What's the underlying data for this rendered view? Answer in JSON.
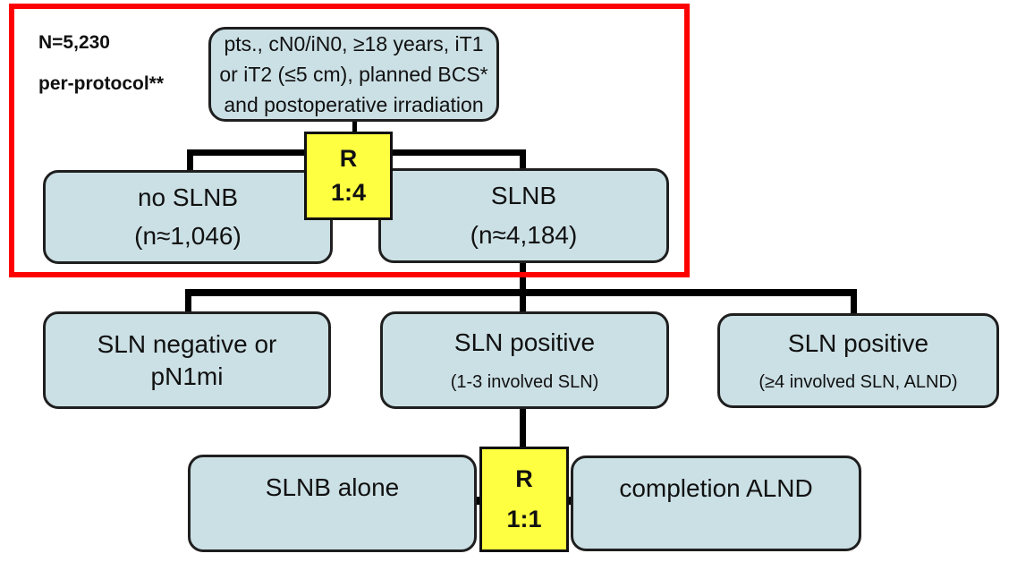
{
  "colors": {
    "node_fill": "#cbe0e5",
    "node_border": "#1f1f1f",
    "randomization_fill": "#ffff42",
    "highlight_border": "#fe0000",
    "connector": "#000000",
    "text": "#111111",
    "background": "#ffffff"
  },
  "annotation": {
    "total": "N=5,230",
    "per_protocol": "per-protocol**"
  },
  "nodes": {
    "criteria": {
      "lines": [
        "pts., cN0/iN0, ≥18 years, iT1",
        "or iT2 (≤5 cm), planned BCS*",
        "and postoperative irradiation"
      ]
    },
    "randomization1": {
      "label": "R",
      "ratio": "1:4"
    },
    "no_slnb": {
      "title": "no SLNB",
      "subtitle": "(n≈1,046)"
    },
    "slnb": {
      "title": "SLNB",
      "subtitle": "(n≈4,184)"
    },
    "sln_negative": {
      "title_line1": "SLN negative or",
      "title_line2": "pN1mi"
    },
    "sln_positive_1_3": {
      "title": "SLN positive",
      "subtitle": "(1-3 involved SLN)"
    },
    "sln_positive_4": {
      "title": "SLN positive",
      "subtitle": "(≥4 involved SLN, ALND)"
    },
    "randomization2": {
      "label": "R",
      "ratio": "1:1"
    },
    "slnb_alone": {
      "title": "SLNB alone"
    },
    "completion_alnd": {
      "title": "completion ALND"
    }
  }
}
